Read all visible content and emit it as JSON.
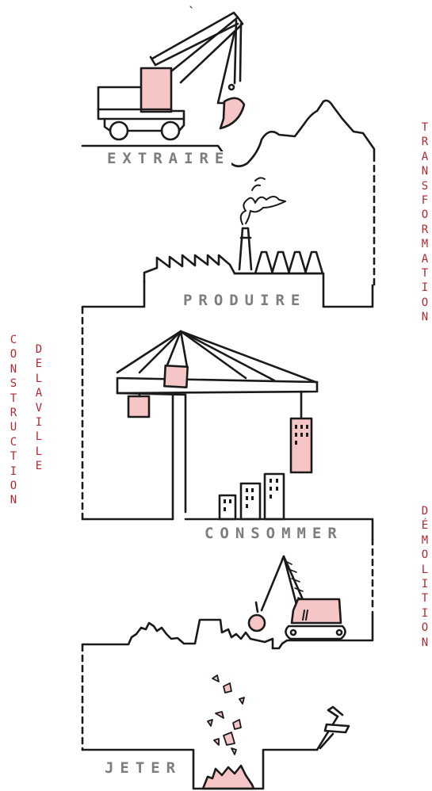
{
  "stages": {
    "extraire": "EXTRAIRE",
    "produire": "PRODUIRE",
    "consommer": "CONSOMMER",
    "jeter": "JETER"
  },
  "side_labels": {
    "transformation": "TRANSFORMATION",
    "construction": "CONSTRUCTION",
    "de_la_ville": "DE LA VILLE",
    "demolition": "DÉMOLITION"
  },
  "colors": {
    "accent_text": "#b02a30",
    "stage_text": "#7d7d80",
    "pink_fill": "#f6c6c6",
    "line": "#1a1a1a"
  }
}
